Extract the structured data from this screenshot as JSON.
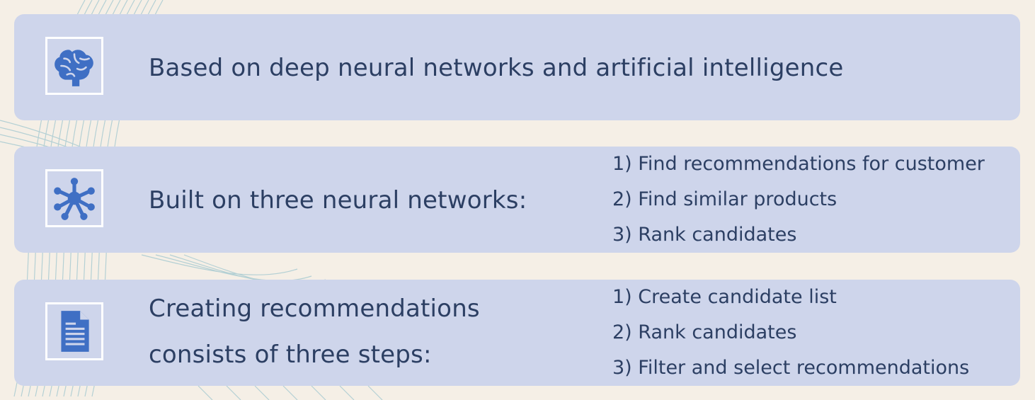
{
  "cards": [
    {
      "icon": "brain-icon",
      "title": "Based on deep neural networks and artificial intelligence"
    },
    {
      "icon": "network-icon",
      "title": "Built on three neural networks:",
      "steps": [
        "1) Find recommendations for customer",
        "2) Find similar products",
        "3) Rank candidates"
      ]
    },
    {
      "icon": "document-icon",
      "title_lines": [
        "Creating recommendations",
        "consists of three steps:"
      ],
      "steps": [
        "1) Create candidate list",
        "2) Rank candidates",
        "3) Filter and select recommendations"
      ]
    }
  ],
  "colors": {
    "background": "#f5efe6",
    "card": "#ced5eb",
    "text": "#2c3f63",
    "icon": "#3f6fc4",
    "icon_border": "#ffffff",
    "decor_lines": "#9fc6cf"
  }
}
